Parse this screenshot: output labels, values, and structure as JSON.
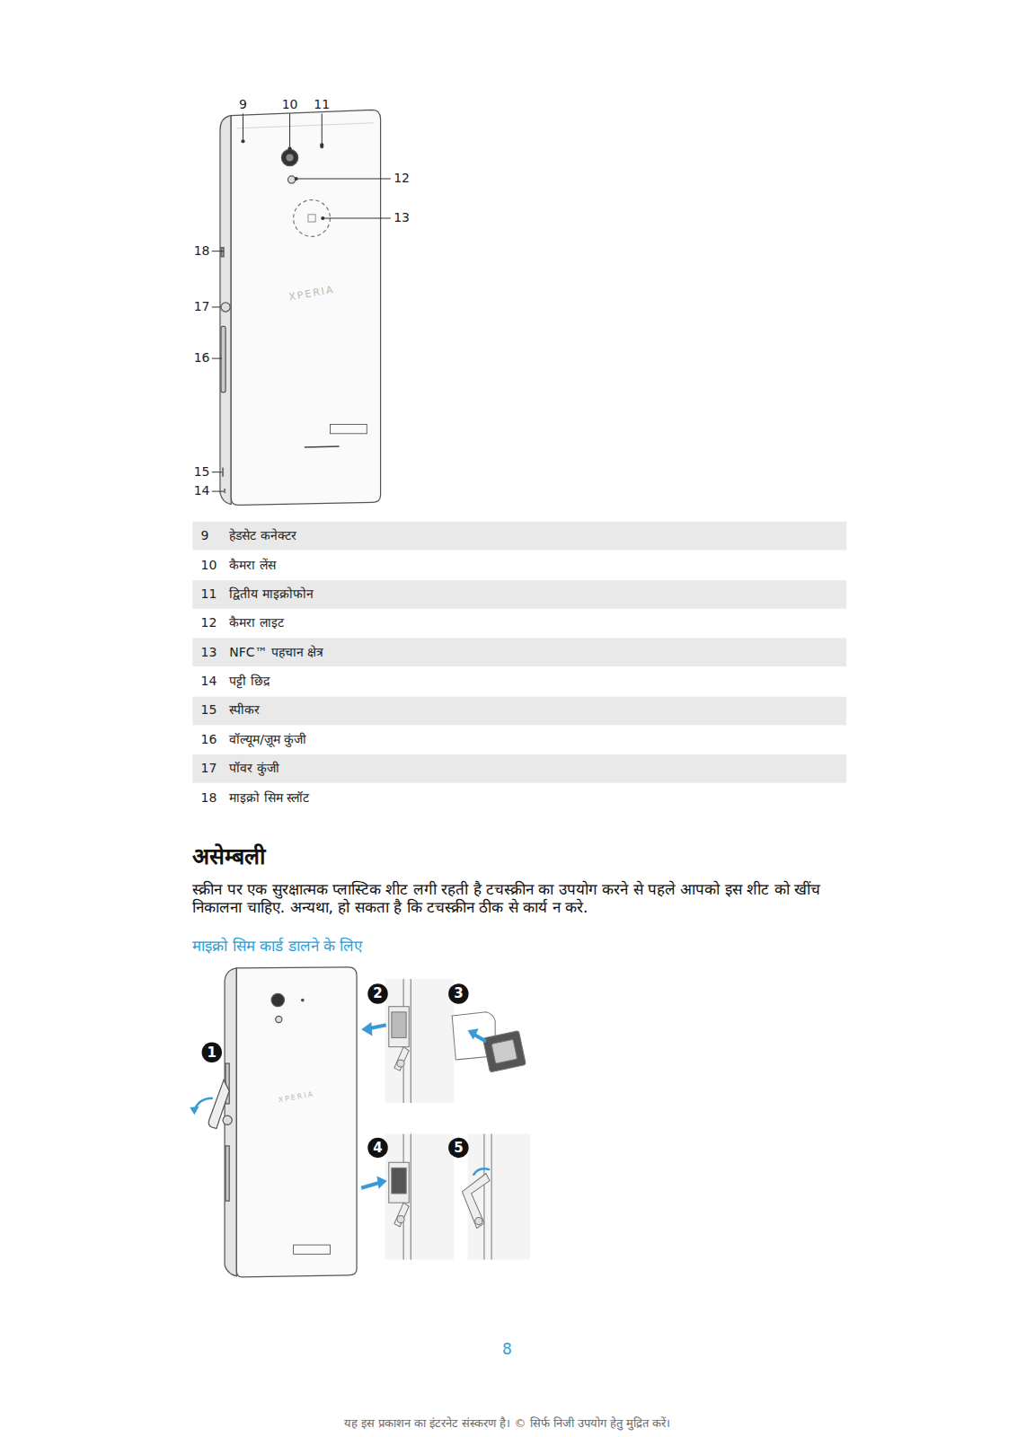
{
  "diagram": {
    "labels": [
      "9",
      "10",
      "11",
      "12",
      "13",
      "18",
      "17",
      "16",
      "15",
      "14",
      "XPERIA",
      "9",
      "हेडसेट कनेक्टर",
      "10",
      "कैमरा लेंस",
      "11",
      "द्वितीय माइक्रोफोन",
      "12",
      "कैमरा लाइट",
      "13",
      "NFC™ पहचान क्षेत्र",
      "14",
      "पट्टी छिद्र",
      "15",
      "स्पीकर",
      "16",
      "वॉल्यूम/ज़ूम कुंजी",
      "17",
      "पॉवर कुंजी",
      "18",
      "माइक्रो सिम स्लॉट",
      "असेम्बली",
      "स्क्रीन पर एक सुरक्षात्मक प्लास्टिक शीट लगी रहती है टचस्क्रीन का उपयोग करने से पहले आपको इस शीट को खींच निकालना चाहिए. अन्यथा, हो सकता है कि टचस्क्रीन ठीक से कार्य न करे.",
      "माइक्रो सिम कार्ड डालने के लिए",
      "1",
      "2",
      "3",
      "4",
      "5",
      "XPERIA",
      "8",
      "यह इस प्रकाशन का इंटरनेट संस्करण है। © सिर्फ निजी उपयोग हेतु मुद्रित करें।"
    ]
  }
}
